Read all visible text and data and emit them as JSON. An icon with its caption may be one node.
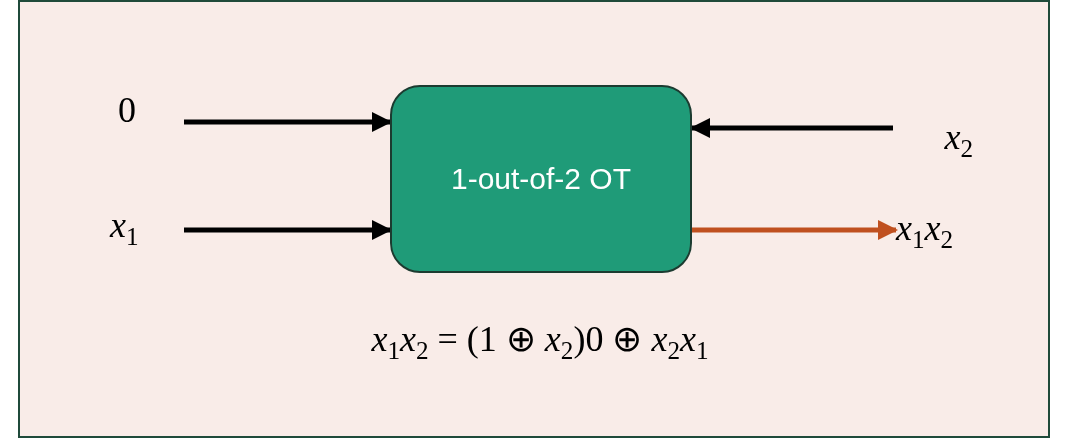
{
  "diagram": {
    "nodes": [
      {
        "text": [
          "0"
        ]
      },
      {
        "text": [
          "*x*$_{1}$"
        ]
      },
      {
        "text": [
          "1-out-of-2 OT"
        ]
      },
      {
        "text": [
          "*x*$_{2}$"
        ]
      },
      {
        "text": [
          "*x*$_{1}$*x*$_{2}$"
        ]
      }
    ],
    "edges": [
      {
        "from": 0,
        "to": 2,
        "arrow": "to"
      },
      {
        "from": 1,
        "to": 2,
        "arrow": "to"
      },
      {
        "from": 3,
        "to": 2,
        "arrow": "to"
      },
      {
        "from": 2,
        "to": 4,
        "arrow": "to",
        "color": "#c0501f"
      }
    ],
    "labels": [
      "*x*$_{1}$*x*$_{2}$ = (1 ⊕ *x*$_{2}$)0 ⊕ *x*$_{2}$*x*$_{1}$"
    ]
  }
}
